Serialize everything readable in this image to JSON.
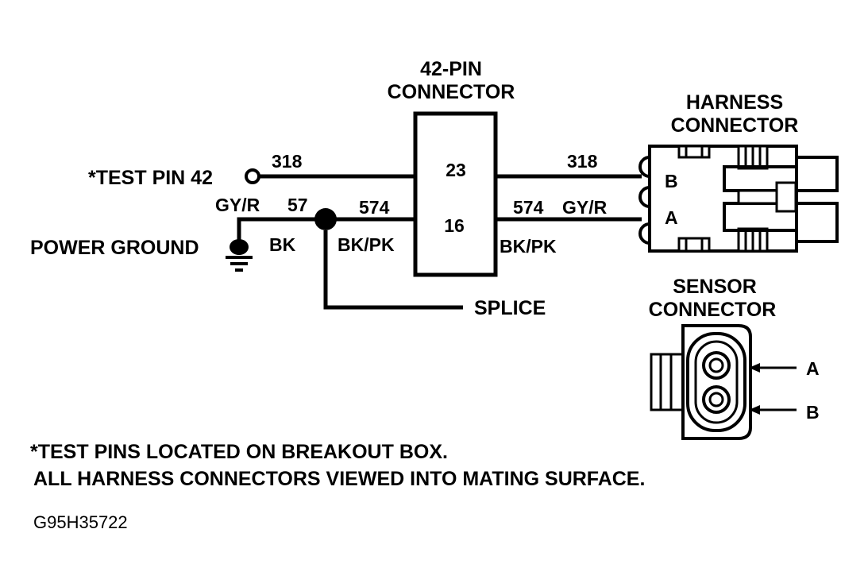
{
  "connector_42pin": {
    "title_line1": "42-PIN",
    "title_line2": "CONNECTOR",
    "pin_top": "23",
    "pin_bottom": "16"
  },
  "harness_connector": {
    "title_line1": "HARNESS",
    "title_line2": "CONNECTOR",
    "pin_b": "B",
    "pin_a": "A"
  },
  "sensor_connector": {
    "title_line1": "SENSOR",
    "title_line2": "CONNECTOR",
    "pointer_a": "A",
    "pointer_b": "B"
  },
  "left_side": {
    "test_pin": "*TEST PIN 42",
    "power_ground": "POWER GROUND",
    "wire_color_gyr": "GY/R",
    "circuit_57": "57",
    "color_bk": "BK"
  },
  "wires": {
    "top_left_circuit": "318",
    "top_right_circuit": "318",
    "mid_left_circuit": "574",
    "mid_right_circuit": "574",
    "mid_right_color": "GY/R",
    "bk_pk_left": "BK/PK",
    "bk_pk_right": "BK/PK"
  },
  "splice_label": "SPLICE",
  "notes": {
    "line1": "*TEST PINS LOCATED ON BREAKOUT BOX.",
    "line2": "ALL HARNESS CONNECTORS VIEWED INTO MATING SURFACE."
  },
  "figure_code": "G95H35722"
}
